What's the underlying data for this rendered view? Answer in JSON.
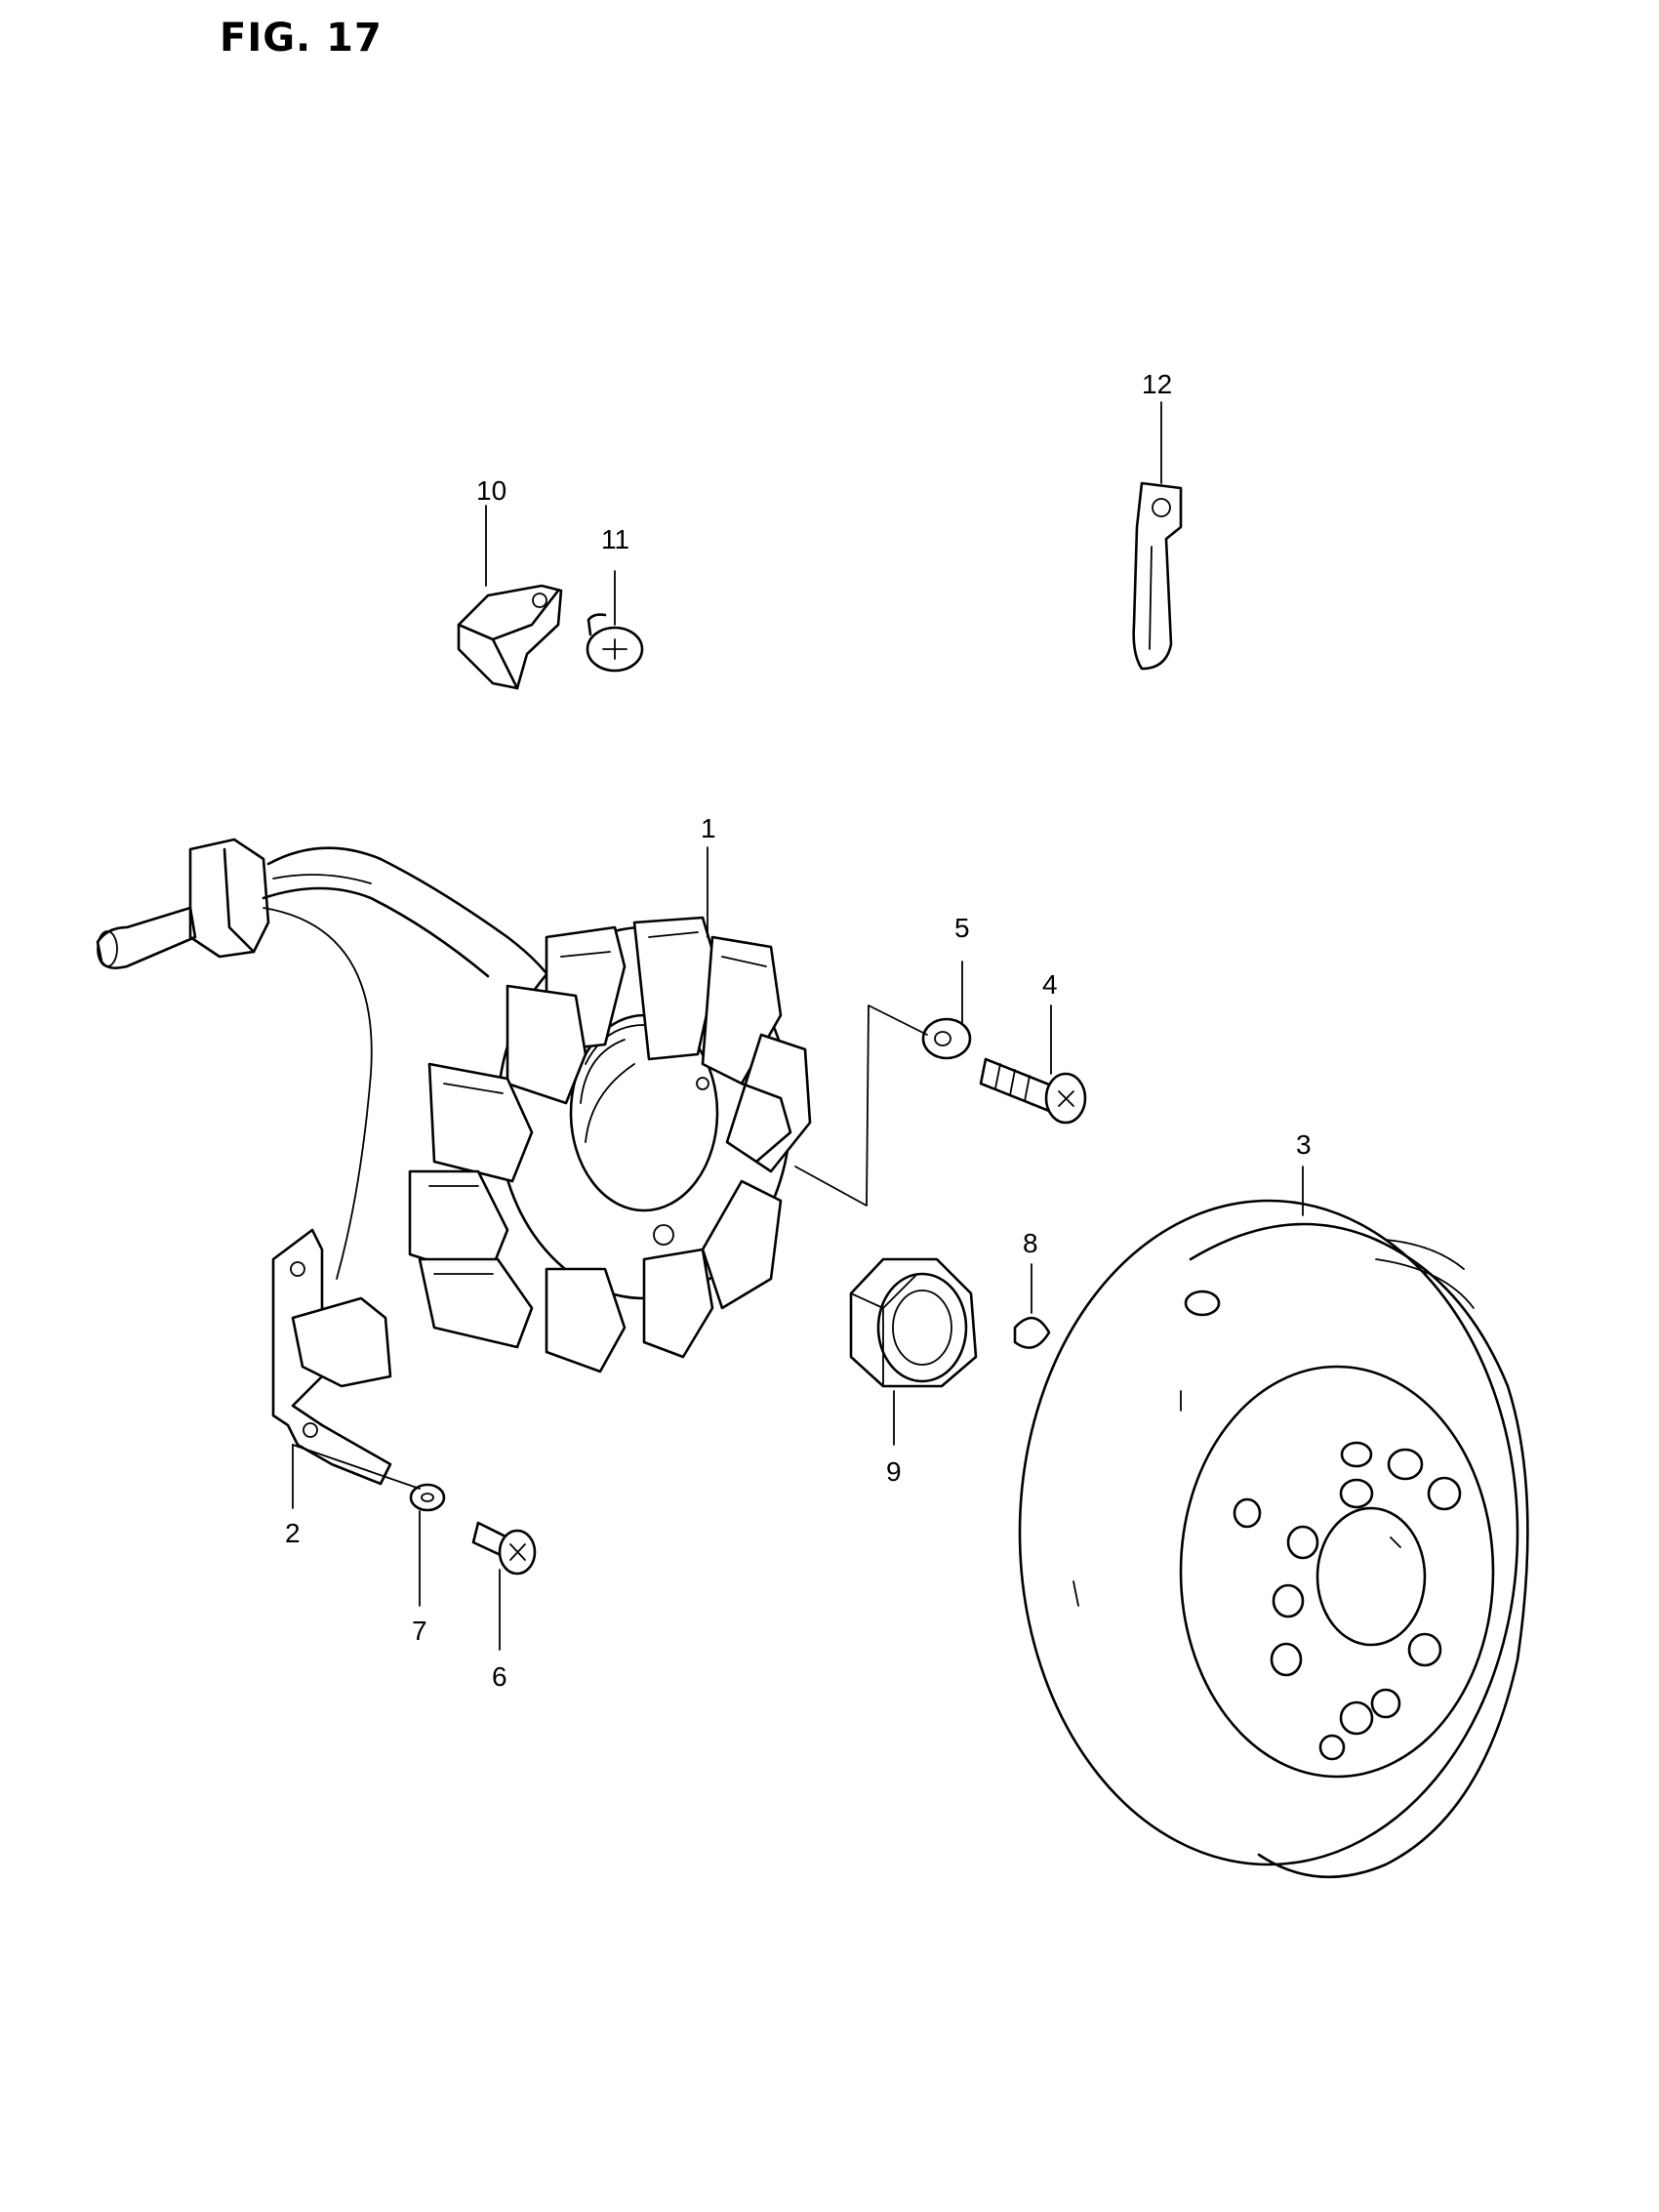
{
  "figure": {
    "title": "FIG. 17"
  },
  "callouts": [
    {
      "id": "1",
      "label": "1"
    },
    {
      "id": "2",
      "label": "2"
    },
    {
      "id": "3",
      "label": "3"
    },
    {
      "id": "4",
      "label": "4"
    },
    {
      "id": "5",
      "label": "5"
    },
    {
      "id": "6",
      "label": "6"
    },
    {
      "id": "7",
      "label": "7"
    },
    {
      "id": "8",
      "label": "8"
    },
    {
      "id": "9",
      "label": "9"
    },
    {
      "id": "10",
      "label": "10"
    },
    {
      "id": "11",
      "label": "11"
    },
    {
      "id": "12",
      "label": "12"
    }
  ]
}
